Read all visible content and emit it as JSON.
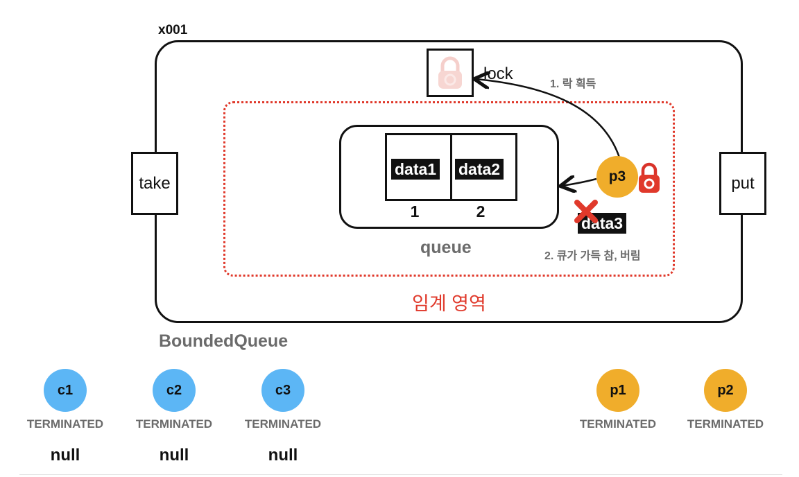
{
  "colors": {
    "critical": "#e0392b",
    "consumer": "#5cb6f5",
    "producer": "#f0ad2b",
    "muted": "#6b6b6b"
  },
  "instance_id": "x001",
  "lock_label": "lock",
  "step1": "1. 락 획득",
  "step2": "2. 큐가 가득 참, 버림",
  "critical_section_label": "임계 영역",
  "queue": {
    "label": "queue",
    "slots": [
      {
        "data": "data1",
        "index": "1"
      },
      {
        "data": "data2",
        "index": "2"
      }
    ]
  },
  "methods": {
    "take": "take",
    "put": "put"
  },
  "active_thread": "p3",
  "rejected_data": "data3",
  "class_name": "BoundedQueue",
  "consumers": [
    {
      "name": "c1",
      "state": "TERMINATED",
      "result": "null"
    },
    {
      "name": "c2",
      "state": "TERMINATED",
      "result": "null"
    },
    {
      "name": "c3",
      "state": "TERMINATED",
      "result": "null"
    }
  ],
  "producers": [
    {
      "name": "p1",
      "state": "TERMINATED"
    },
    {
      "name": "p2",
      "state": "TERMINATED"
    }
  ],
  "icons": [
    "lock-icon-faded",
    "lock-icon-held",
    "x-mark-icon",
    "arrow-icon"
  ]
}
